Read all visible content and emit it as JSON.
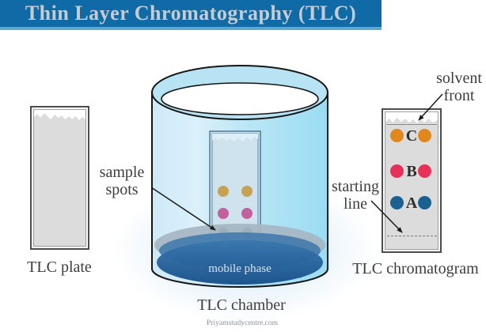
{
  "banner": {
    "title": "Thin Layer Chromatography (TLC)",
    "bg_color": "#0f6aa5",
    "underline_color": "#5ba8d4",
    "text_color": "#c7ccd3"
  },
  "labels": {
    "tlc_plate": "TLC plate",
    "tlc_chamber": "TLC chamber",
    "tlc_chromatogram": "TLC chromatogram",
    "mobile_phase": "mobile phase",
    "sample_spots": [
      "sample",
      "spots"
    ],
    "solvent_front": [
      "solvent",
      "front"
    ],
    "starting_line": [
      "starting",
      "line"
    ]
  },
  "chromatogram": {
    "rows": [
      {
        "letter": "C",
        "spot_color": "#e0881c"
      },
      {
        "letter": "B",
        "spot_color": "#e93058"
      },
      {
        "letter": "A",
        "spot_color": "#1a6090"
      }
    ]
  },
  "chamber": {
    "spot_rows": [
      "#c8a253",
      "#c2609e",
      "#1d5e8a"
    ]
  },
  "watermark": "Priyamstudycentre.com",
  "palette": {
    "label_text": "#3d3d3d",
    "plate_fill": "#dcdcdc",
    "glass_blue": "#b7e3f4",
    "liquid_blue": "#1d5a94"
  }
}
